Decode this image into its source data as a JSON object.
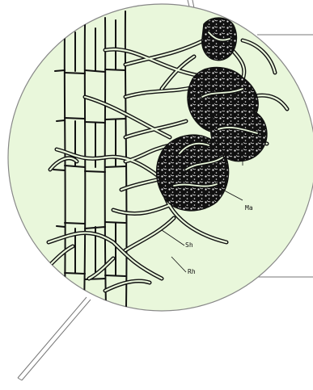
{
  "figure": {
    "background_color": "#ffffff",
    "disc_fill": "#e9f7db",
    "ink_color": "#111111",
    "labels": {
      "sclerotium": "Ma",
      "hypha": "Sh",
      "root_hair": "Rh"
    }
  }
}
